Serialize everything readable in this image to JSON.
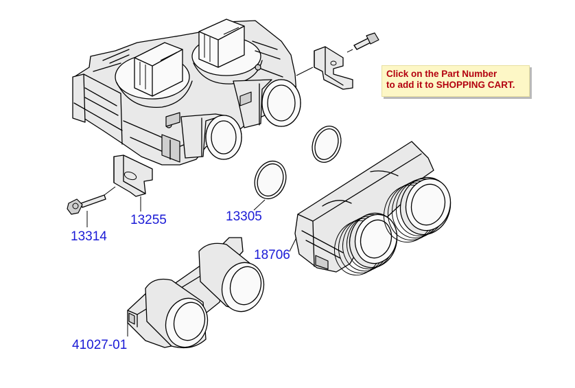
{
  "note": {
    "line1": "Click on the Part Number",
    "line2": "to add it to SHOPPING CART."
  },
  "parts": [
    {
      "id": "p13314",
      "label": "13314"
    },
    {
      "id": "p13255",
      "label": "13255"
    },
    {
      "id": "p13305",
      "label": "13305"
    },
    {
      "id": "p18706",
      "label": "18706"
    },
    {
      "id": "p41027",
      "label": "41027-01"
    }
  ]
}
